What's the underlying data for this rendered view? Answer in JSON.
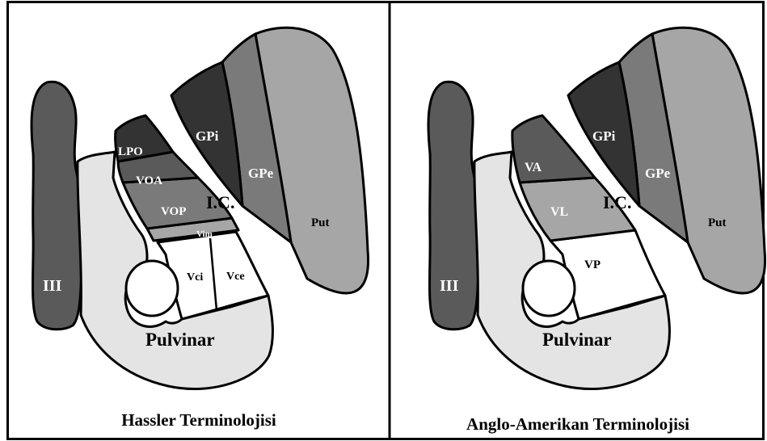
{
  "colors": {
    "darkest": "#333333",
    "dark": "#5a5a5a",
    "medium": "#7a7a7a",
    "mid": "#8c8c8c",
    "light": "#a6a6a6",
    "pale": "#e4e4e4",
    "white": "#ffffff",
    "label_light": "#ffffff",
    "label_dark": "#000000"
  },
  "panels": [
    {
      "caption": "Hassler Terminolojisi",
      "labels": {
        "iii": "III",
        "pulvinar": "Pulvinar",
        "ic": "I.C.",
        "gpi": "GPi",
        "gpe": "GPe",
        "put": "Put",
        "lpo": "LPO",
        "voa": "VOA",
        "vop": "VOP",
        "vim": "Vim",
        "vci": "Vci",
        "vce": "Vce"
      }
    },
    {
      "caption": "Anglo-Amerikan Terminolojisi",
      "labels": {
        "iii": "III",
        "pulvinar": "Pulvinar",
        "ic": "I.C.",
        "gpi": "GPi",
        "gpe": "GPe",
        "put": "Put",
        "va": "VA",
        "vl": "VL",
        "vp": "VP"
      }
    }
  ]
}
